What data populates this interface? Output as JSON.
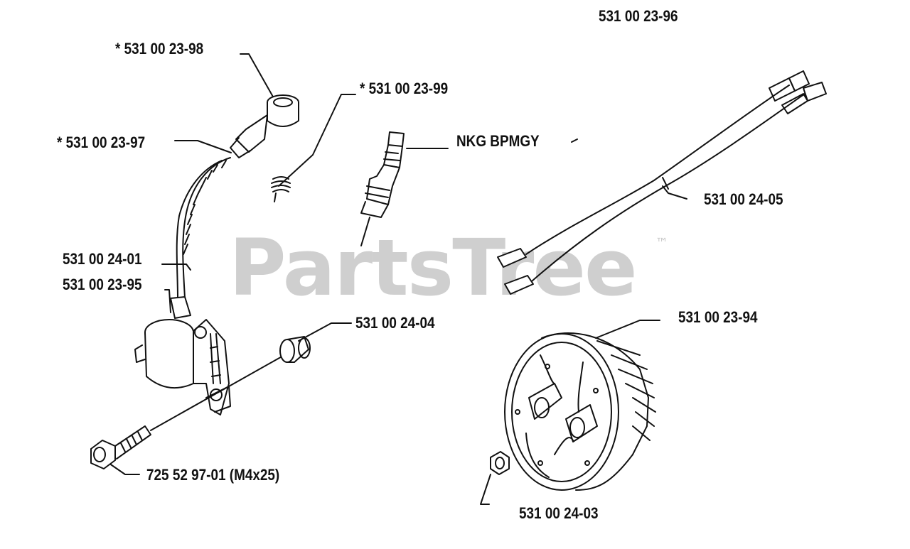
{
  "watermark": {
    "text": "PartsTree",
    "trademark": "™"
  },
  "labels": [
    {
      "id": "p531002396",
      "text": "531 00 23-96"
    },
    {
      "id": "p531002398",
      "text": "*  531 00 23-98"
    },
    {
      "id": "p531002399",
      "text": "*  531 00 23-99"
    },
    {
      "id": "p531002397",
      "text": "*  531 00 23-97"
    },
    {
      "id": "nkg",
      "text": "NKG BPMGY"
    },
    {
      "id": "p531002405",
      "text": "531 00 24-05"
    },
    {
      "id": "p531002401",
      "text": "531 00 24-01"
    },
    {
      "id": "p531002395",
      "text": "531 00 23-95"
    },
    {
      "id": "p531002404",
      "text": "531 00 24-04"
    },
    {
      "id": "p531002394",
      "text": "531 00 23-94"
    },
    {
      "id": "p725529701",
      "text": "725 52 97-01 (M4x25)"
    },
    {
      "id": "p531002403",
      "text": "531 00 24-03"
    }
  ]
}
